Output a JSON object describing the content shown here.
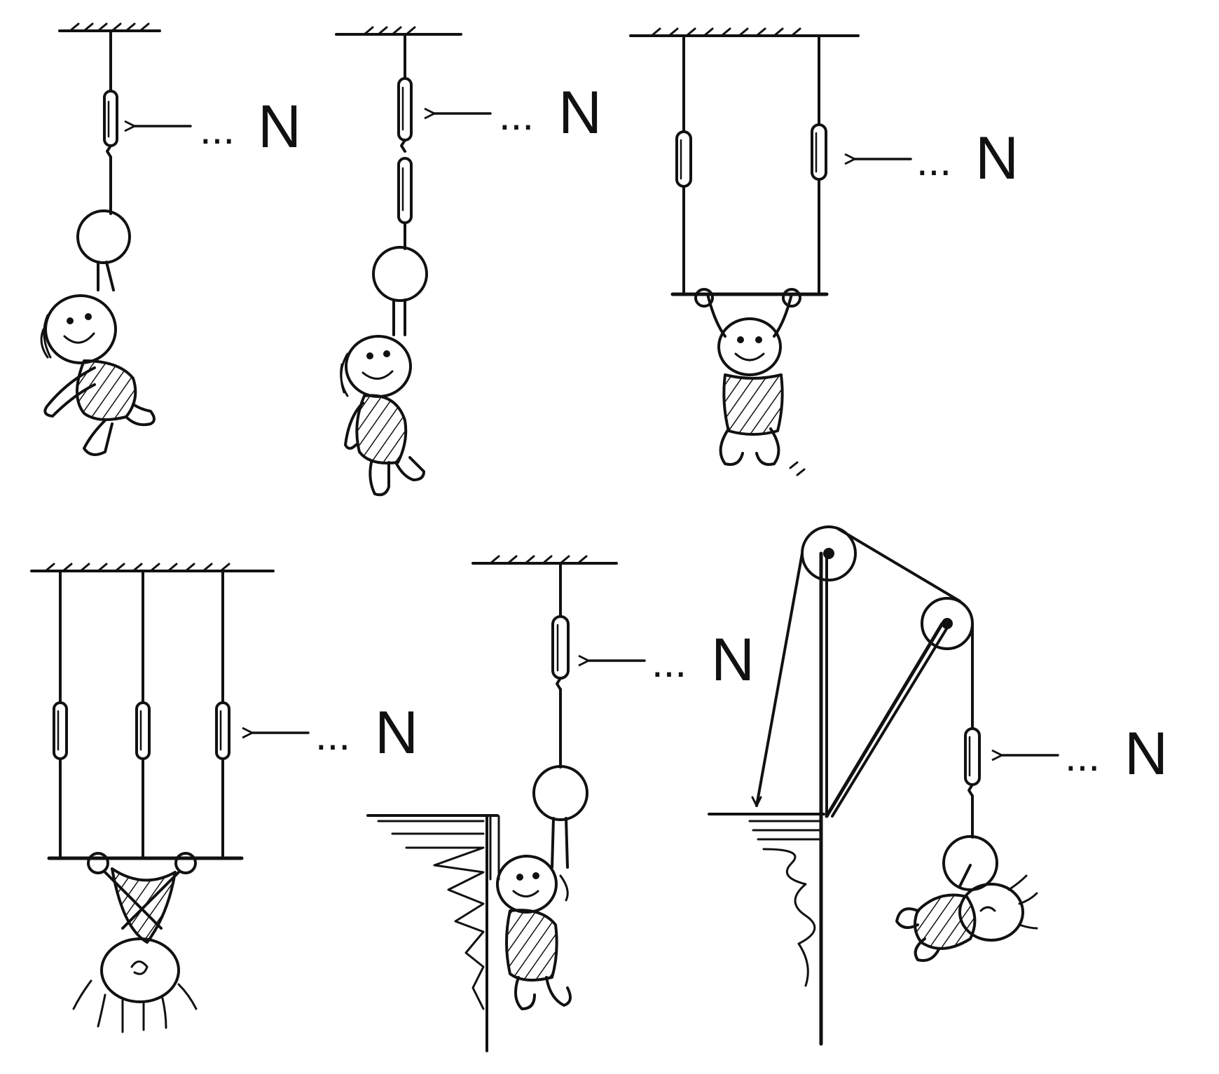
{
  "diagram": {
    "reading_labels": [
      {
        "dots": "...",
        "unit": "N"
      },
      {
        "dots": "...",
        "unit": "N"
      },
      {
        "dots": "...",
        "unit": "N"
      },
      {
        "dots": "...",
        "unit": "N"
      },
      {
        "dots": "...",
        "unit": "N"
      },
      {
        "dots": "...",
        "unit": "N"
      }
    ],
    "colors": {
      "ink": "#111111",
      "paper": "#ffffff"
    }
  }
}
